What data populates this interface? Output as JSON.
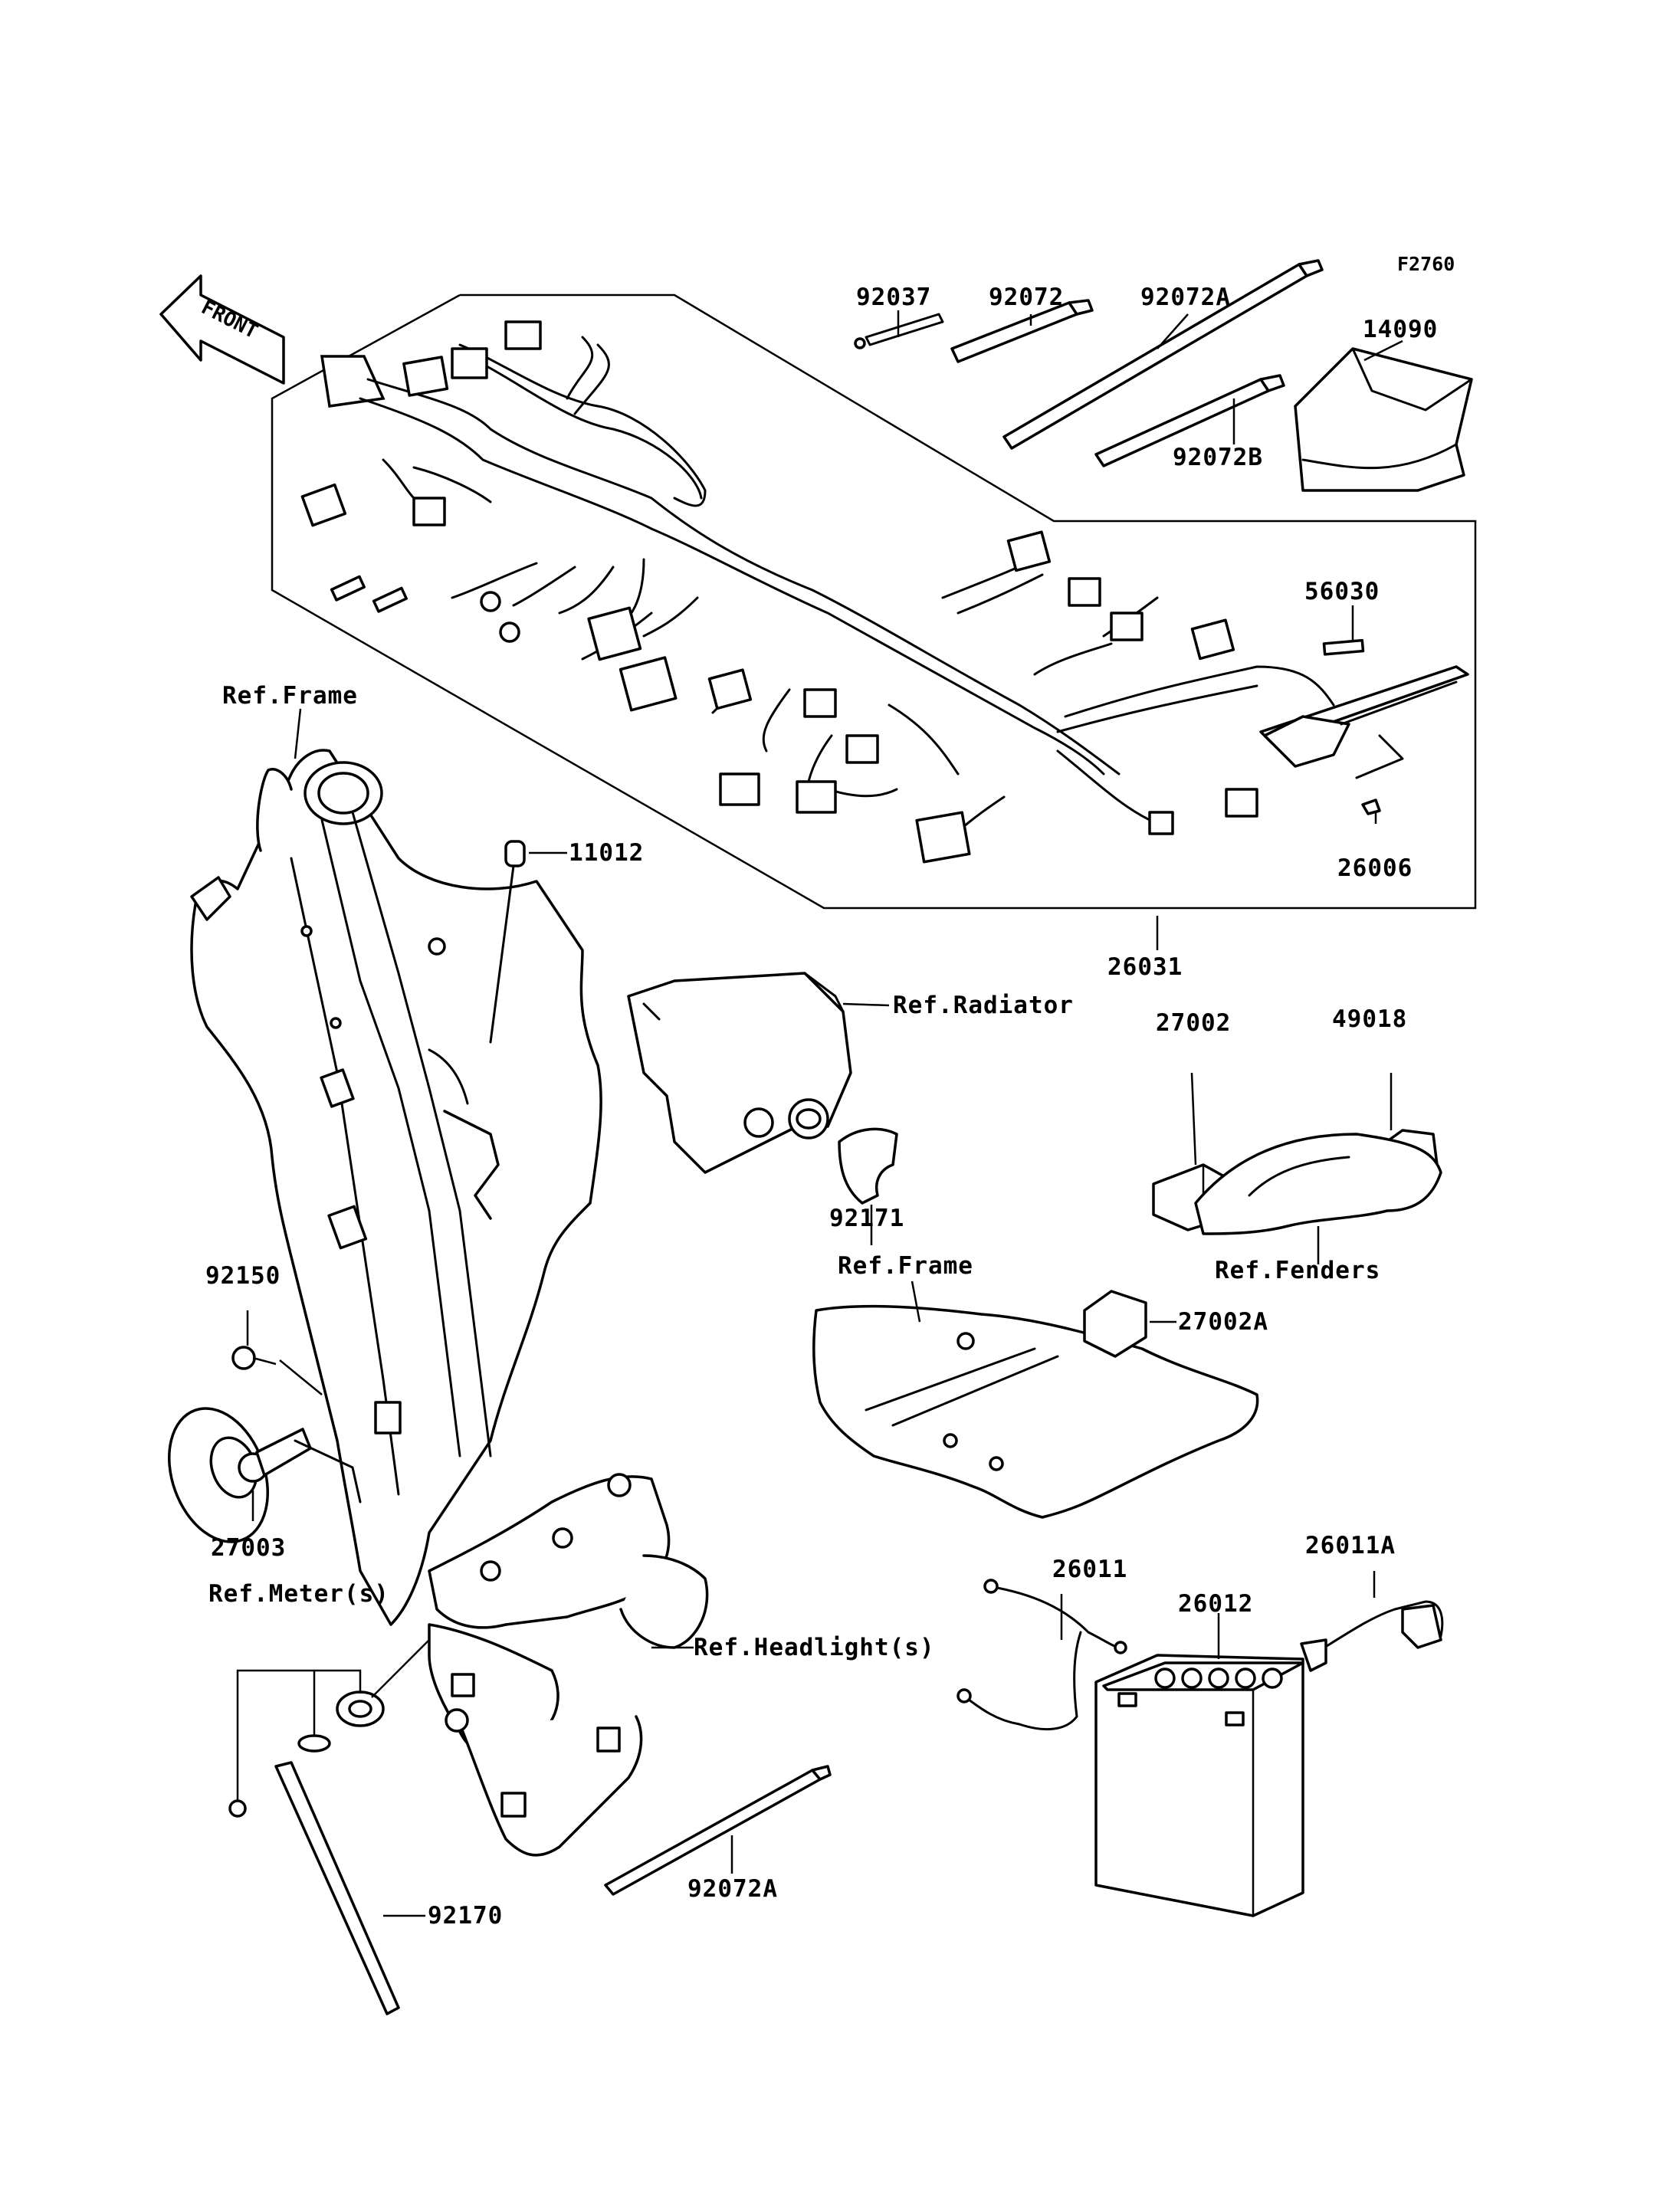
{
  "figure_code": "F2760",
  "front_marker": "FRONT",
  "part_numbers": {
    "p92037": "92037",
    "p92072": "92072",
    "p92072A_top": "92072A",
    "p14090": "14090",
    "p92072B": "92072B",
    "p56030": "56030",
    "p26006": "26006",
    "p26031": "26031",
    "p11012": "11012",
    "p27002": "27002",
    "p49018": "49018",
    "p92171": "92171",
    "p27002A": "27002A",
    "p92150": "92150",
    "p27003": "27003",
    "p26011": "26011",
    "p26011A": "26011A",
    "p26012": "26012",
    "p92072A_bottom": "92072A",
    "p92170": "92170"
  },
  "references": {
    "frame_top": "Ref.Frame",
    "radiator": "Ref.Radiator",
    "fenders": "Ref.Fenders",
    "frame_mid": "Ref.Frame",
    "meters": "Ref.Meter(s)",
    "headlights": "Ref.Headlight(s)"
  }
}
